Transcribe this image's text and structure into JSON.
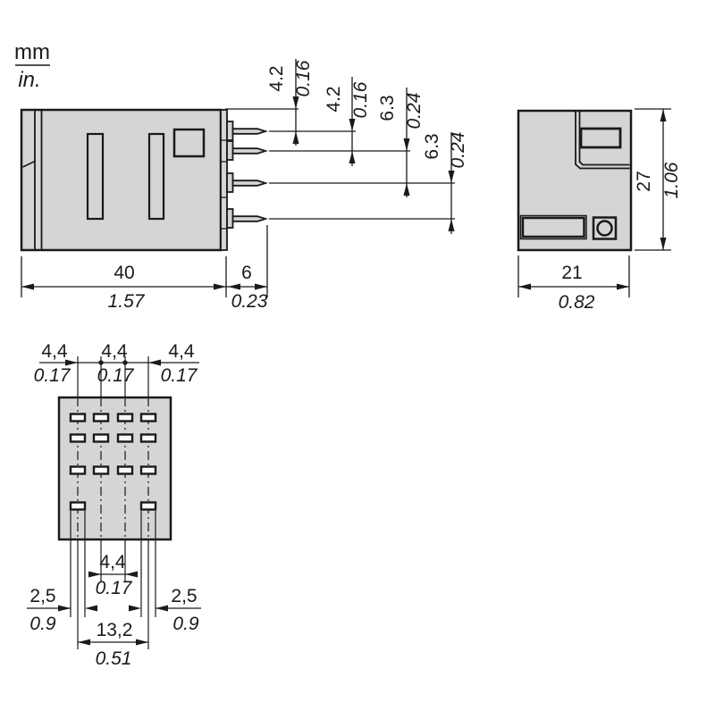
{
  "legend": {
    "mm": "mm",
    "in": "in."
  },
  "side_view": {
    "dim_top_to_pin1": {
      "mm": "4.2",
      "in": "0.16"
    },
    "dim_pin1_to_pin2": {
      "mm": "4.2",
      "in": "0.16"
    },
    "dim_pin2_to_pin3": {
      "mm": "6.3",
      "in": "0.24"
    },
    "dim_pin3_to_pin4": {
      "mm": "6.3",
      "in": "0.24"
    },
    "dim_width": {
      "mm": "40",
      "in": "1.57"
    },
    "dim_pin_length": {
      "mm": "6",
      "in": "0.23"
    }
  },
  "end_view": {
    "dim_height": {
      "mm": "27",
      "in": "1.06"
    },
    "dim_width": {
      "mm": "21",
      "in": "0.82"
    }
  },
  "bottom_view": {
    "dim_pitch_left": {
      "mm": "4,4",
      "in": "0.17"
    },
    "dim_pitch_mid": {
      "mm": "4,4",
      "in": "0.17"
    },
    "dim_pitch_right": {
      "mm": "4,4",
      "in": "0.17"
    },
    "dim_inner_pitch": {
      "mm": "4,4",
      "in": "0.17"
    },
    "dim_pin_width_left": {
      "mm": "2,5",
      "in": "0.9"
    },
    "dim_pin_width_right": {
      "mm": "2,5",
      "in": "0.9"
    },
    "dim_outer_pitch": {
      "mm": "13,2",
      "in": "0.51"
    }
  }
}
